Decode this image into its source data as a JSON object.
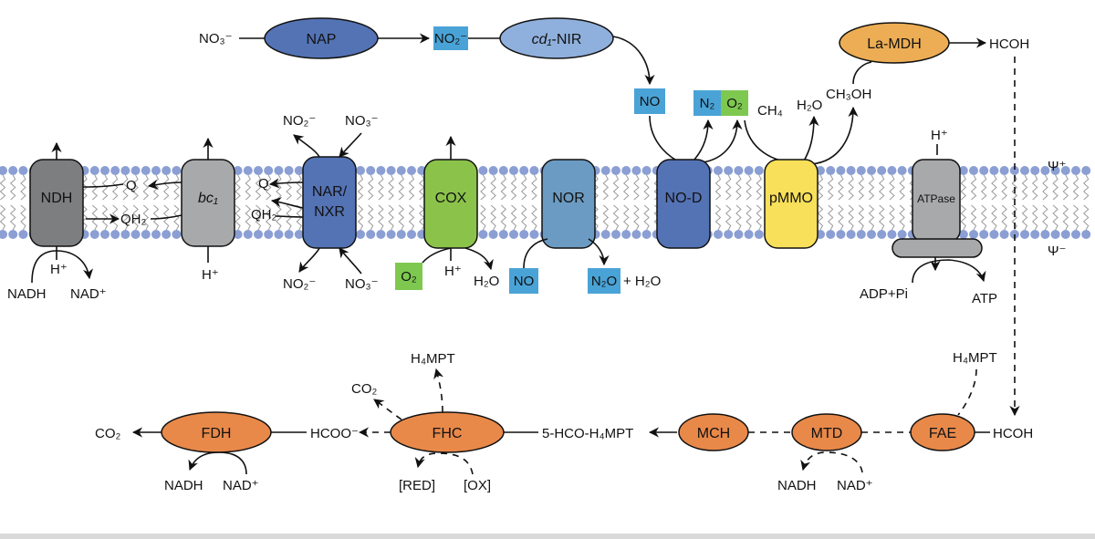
{
  "colors": {
    "membrane_head": "#8b9fd4",
    "blue_dark": "#5473b5",
    "blue_light": "#8fb0dc",
    "grey_dark": "#7d7e80",
    "grey_light": "#a8a9ab",
    "green": "#8bc34a",
    "teal": "#6b9bc2",
    "yellow": "#f8e05a",
    "orange": "#e8894a",
    "orange_light": "#ecad54",
    "cyan_box": "#4aa3d6",
    "green_box": "#7ec850"
  },
  "membrane": {
    "psi_plus": "Ψ⁺",
    "psi_minus": "Ψ⁻"
  },
  "top_pathway": {
    "no3": "NO₃⁻",
    "nap": "NAP",
    "no2": "NO₂⁻",
    "nir_italic": "cd₁",
    "nir_rest": "-NIR",
    "no": "NO"
  },
  "nod_products": {
    "n2": "N₂",
    "o2": "O₂"
  },
  "methane": {
    "ch4": "CH₄",
    "h2o": "H₂O",
    "ch3oh": "CH₃OH",
    "lamdh": "La-MDH",
    "hcoh": "HCOH"
  },
  "proteins": {
    "ndh": "NDH",
    "bc1": "bc₁",
    "nar_1": "NAR/",
    "nar_2": "NXR",
    "cox": "COX",
    "nor": "NOR",
    "nod": "NO-D",
    "pmmo": "pMMO",
    "atpase": "ATPase"
  },
  "ndh": {
    "nadh": "NADH",
    "nad": "NAD⁺",
    "h_in": "H⁺",
    "q": "Q",
    "qh2": "QH₂"
  },
  "bc1": {
    "h_out": "H⁺"
  },
  "nar": {
    "no2_top": "NO₂⁻",
    "no3_top": "NO₃⁻",
    "no2_bot": "NO₂⁻",
    "no3_bot": "NO₃⁻",
    "q": "Q",
    "qh2": "QH₂"
  },
  "cox": {
    "o2": "O₂",
    "h": "H⁺",
    "h2o": "H₂O"
  },
  "nor": {
    "no": "NO",
    "n2o": "N₂O",
    "plus_h2o": "+ H₂O"
  },
  "atpase": {
    "h": "H⁺",
    "adp": "ADP+Pi",
    "atp": "ATP"
  },
  "lower_pathway": {
    "co2_left": "CO₂",
    "fdh": "FDH",
    "hcoo": "HCOO⁻",
    "fhc": "FHC",
    "formyl": "5-HCO-H₄MPT",
    "mch": "MCH",
    "mtd": "MTD",
    "fae": "FAE",
    "hcoh": "HCOH",
    "h4mpt_fae": "H₄MPT",
    "h4mpt_fhc": "H₄MPT",
    "co2_fhc": "CO₂",
    "red": "[RED]",
    "ox": "[OX]",
    "nadh_fdh": "NADH",
    "nad_fdh": "NAD⁺",
    "nadh_mtd": "NADH",
    "nad_mtd": "NAD⁺"
  }
}
